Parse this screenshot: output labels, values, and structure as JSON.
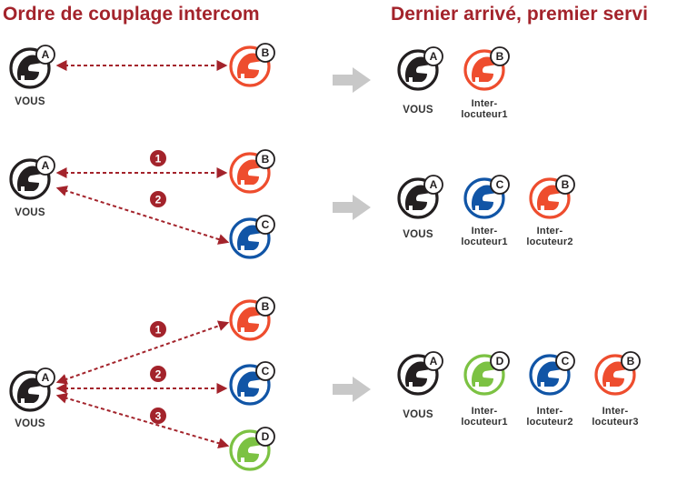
{
  "headings": {
    "left": "Ordre de couplage intercom",
    "right": "Dernier arrivé, premier servi"
  },
  "labels": {
    "vous": "VOUS",
    "inter1": "Inter-\nlocuteur1",
    "inter2": "Inter-\nlocuteur2",
    "inter3": "Inter-\nlocuteur3"
  },
  "letters": {
    "a": "A",
    "b": "B",
    "c": "C",
    "d": "D"
  },
  "steps": {
    "one": "1",
    "two": "2",
    "three": "3"
  },
  "colors": {
    "title": "#a3232b",
    "black": "#231f20",
    "orange": "#ee4d2e",
    "blue": "#1155a6",
    "green": "#7cc243",
    "arrow": "#a3232b",
    "badge": "#a3232b",
    "bigArrow": "#c8c8c8"
  },
  "icons": [
    "helmet-icon",
    "right-arrow-icon",
    "step-badge-icon"
  ]
}
